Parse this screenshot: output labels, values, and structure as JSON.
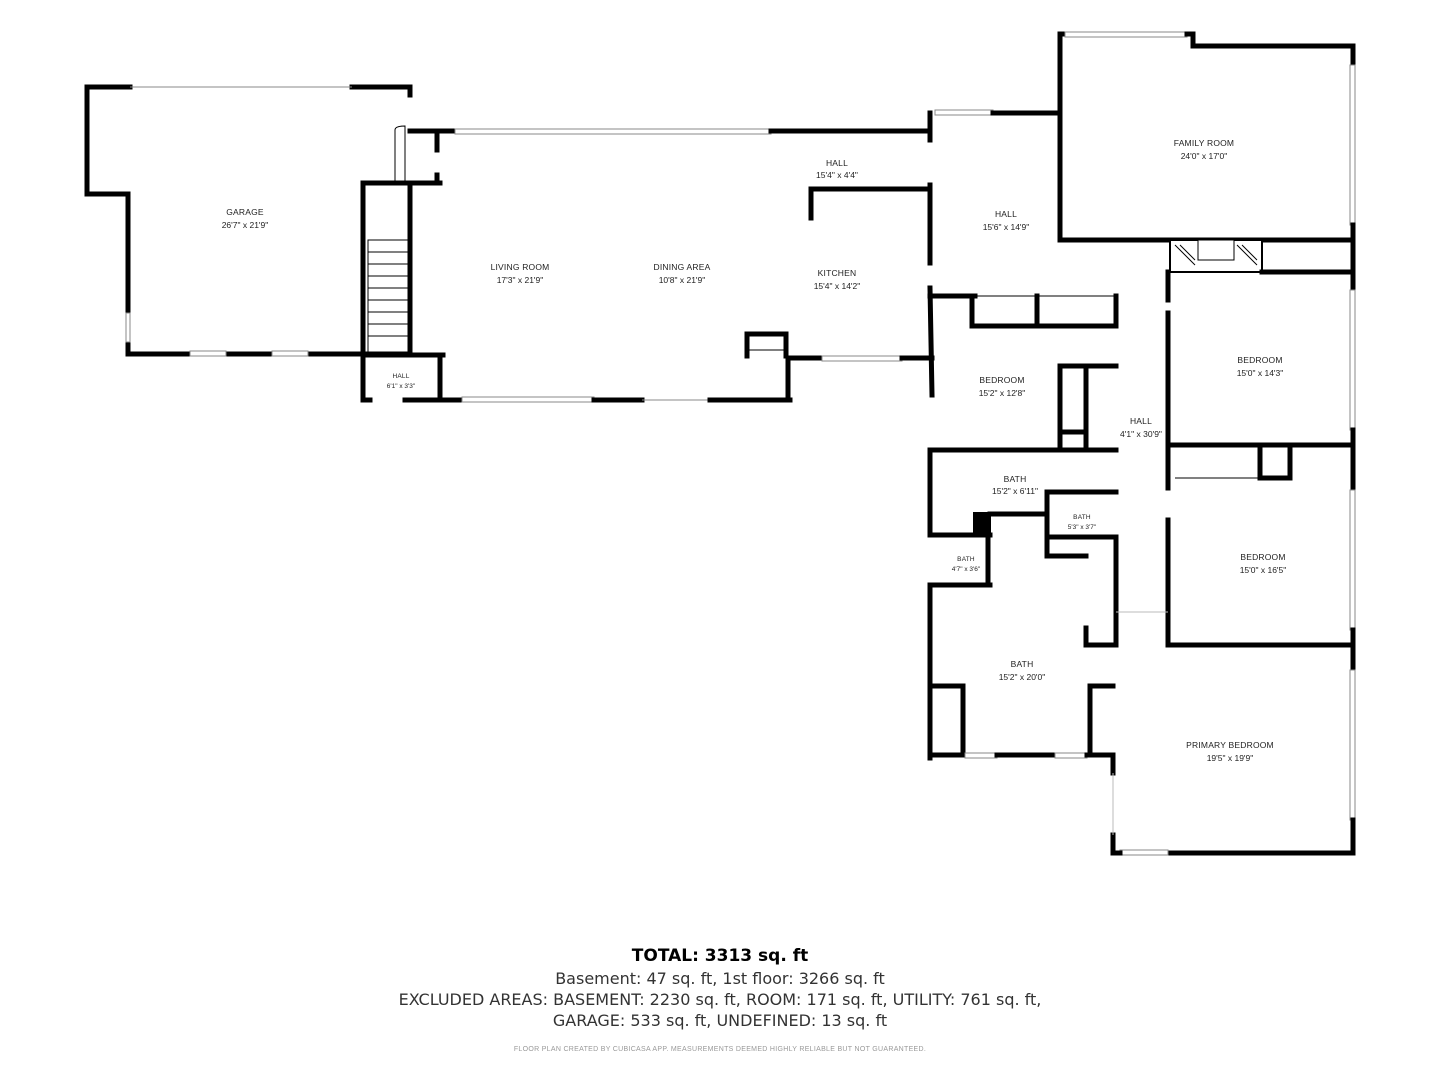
{
  "rooms": [
    {
      "id": "garage",
      "name": "GARAGE",
      "dims": "26'7\" x 21'9\""
    },
    {
      "id": "living-room",
      "name": "LIVING ROOM",
      "dims": "17'3\" x 21'9\""
    },
    {
      "id": "dining-area",
      "name": "DINING AREA",
      "dims": "10'8\" x 21'9\""
    },
    {
      "id": "kitchen",
      "name": "KITCHEN",
      "dims": "15'4\" x 14'2\""
    },
    {
      "id": "hall-top",
      "name": "HALL",
      "dims": "15'4\" x 4'4\""
    },
    {
      "id": "hall-stair",
      "name": "HALL",
      "dims": "6'1\" x 3'3\""
    },
    {
      "id": "hall-center",
      "name": "HALL",
      "dims": "15'6\" x 14'9\""
    },
    {
      "id": "family-room",
      "name": "FAMILY ROOM",
      "dims": "24'0\" x 17'0\""
    },
    {
      "id": "bedroom-center",
      "name": "BEDROOM",
      "dims": "15'2\" x 12'8\""
    },
    {
      "id": "hall-long",
      "name": "HALL",
      "dims": "4'1\" x 30'9\""
    },
    {
      "id": "bedroom-right-1",
      "name": "BEDROOM",
      "dims": "15'0\" x 14'3\""
    },
    {
      "id": "bath-1",
      "name": "BATH",
      "dims": "15'2\" x 6'11\""
    },
    {
      "id": "bath-2",
      "name": "BATH",
      "dims": "5'3\" x 3'7\""
    },
    {
      "id": "bath-3",
      "name": "BATH",
      "dims": "4'7\" x 3'6\""
    },
    {
      "id": "bedroom-right-2",
      "name": "BEDROOM",
      "dims": "15'0\" x 16'5\""
    },
    {
      "id": "bath-4",
      "name": "BATH",
      "dims": "15'2\" x 20'0\""
    },
    {
      "id": "primary-bedroom",
      "name": "PRIMARY BEDROOM",
      "dims": "19'5\" x 19'9\""
    }
  ],
  "summary": {
    "total": "TOTAL: 3313 sq. ft",
    "line1": "Basement: 47 sq. ft, 1st floor: 3266 sq. ft",
    "line2": "EXCLUDED AREAS: BASEMENT: 2230 sq. ft, ROOM: 171 sq. ft, UTILITY: 761 sq. ft,",
    "line3": "GARAGE: 533 sq. ft, UNDEFINED: 13 sq. ft"
  },
  "disclaimer": "FLOOR PLAN CREATED BY CUBICASA APP. MEASUREMENTS DEEMED HIGHLY RELIABLE BUT NOT GUARANTEED."
}
